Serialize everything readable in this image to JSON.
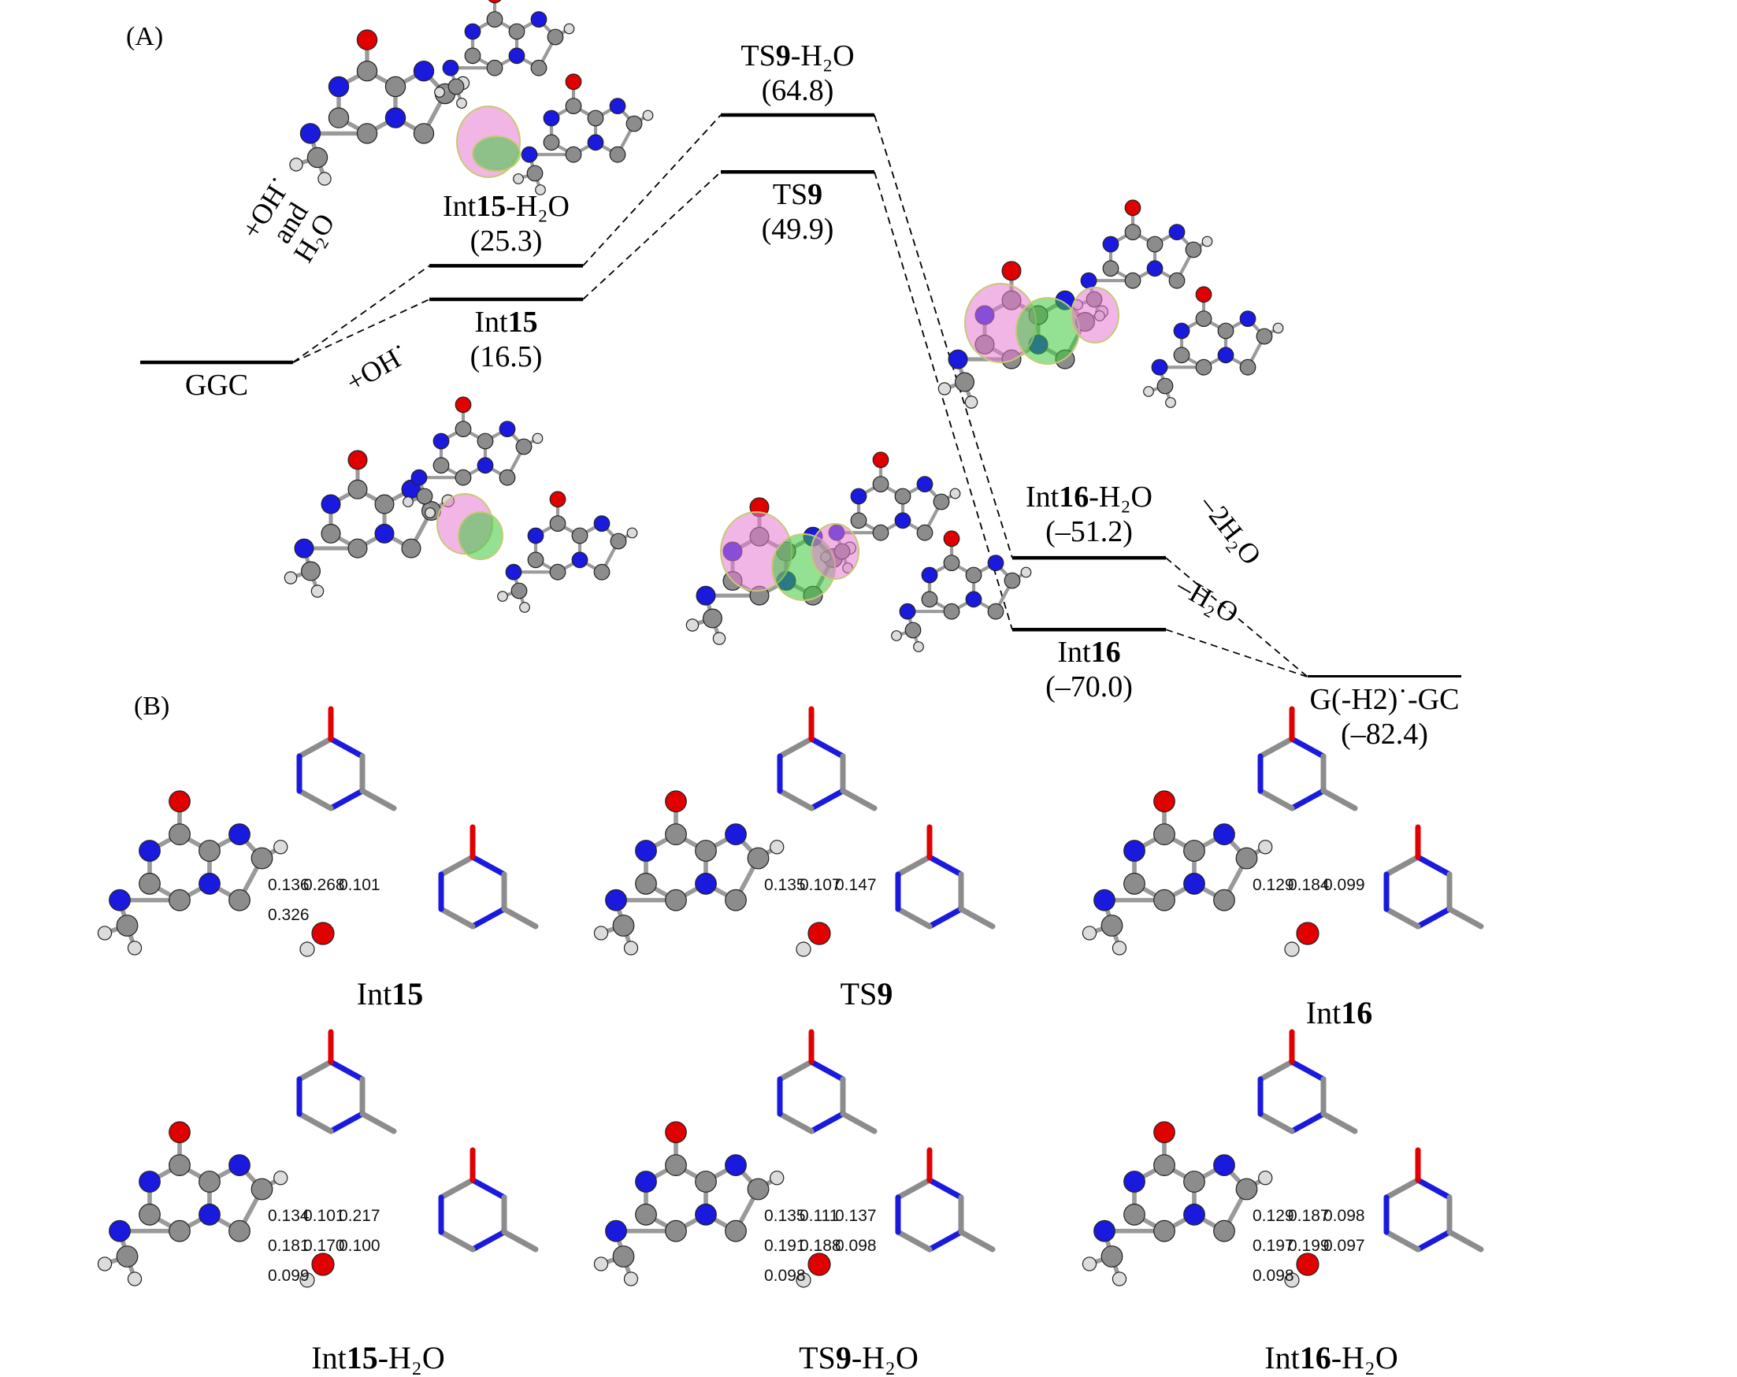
{
  "panels": {
    "a_label": "(A)",
    "b_label": "(B)"
  },
  "energy_diagram": {
    "units_note": "relative energies in parentheses",
    "levels": [
      {
        "id": "GGC",
        "name": "GGC",
        "energy": 0.0,
        "energy_text": ""
      },
      {
        "id": "Int15",
        "name_prefix": "Int",
        "name_bold": "15",
        "name_suffix": "",
        "energy": 16.5,
        "energy_text": "(16.5)"
      },
      {
        "id": "Int15-H2O",
        "name_prefix": "Int",
        "name_bold": "15",
        "name_suffix": "-H₂O",
        "energy": 25.3,
        "energy_text": "(25.3)"
      },
      {
        "id": "TS9",
        "name_prefix": "TS",
        "name_bold": "9",
        "name_suffix": "",
        "energy": 49.9,
        "energy_text": "(49.9)"
      },
      {
        "id": "TS9-H2O",
        "name_prefix": "TS",
        "name_bold": "9",
        "name_suffix": "-H₂O",
        "energy": 64.8,
        "energy_text": "(64.8)"
      },
      {
        "id": "Int16-H2O",
        "name_prefix": "Int",
        "name_bold": "16",
        "name_suffix": "-H₂O",
        "energy": -51.2,
        "energy_text": "(–51.2)"
      },
      {
        "id": "Int16",
        "name_prefix": "Int",
        "name_bold": "16",
        "name_suffix": "",
        "energy": -70.0,
        "energy_text": "(–70.0)"
      },
      {
        "id": "Product",
        "name": "G(-H2)˙-GC",
        "energy": -82.4,
        "energy_text": "(–82.4)"
      }
    ],
    "connections": [
      {
        "from": "GGC",
        "to": "Int15-H2O"
      },
      {
        "from": "GGC",
        "to": "Int15"
      },
      {
        "from": "Int15-H2O",
        "to": "TS9-H2O"
      },
      {
        "from": "Int15",
        "to": "TS9"
      },
      {
        "from": "TS9-H2O",
        "to": "Int16-H2O"
      },
      {
        "from": "TS9",
        "to": "Int16"
      },
      {
        "from": "Int16-H2O",
        "to": "Product"
      },
      {
        "from": "Int16",
        "to": "Product"
      }
    ],
    "path_labels": {
      "oh_and_water_line1": "+OH˙",
      "oh_and_water_line2": "and",
      "oh_and_water_line3": "H₂O",
      "oh_only": "+OH˙",
      "minus_two_water": "–2H₂O",
      "minus_water": "–H₂O"
    }
  },
  "structures": [
    {
      "id": "Int15",
      "label_prefix": "Int",
      "label_bold": "15",
      "label_suffix": "",
      "distances": [
        "0.136",
        "0.268",
        "0.101",
        "0.326"
      ]
    },
    {
      "id": "TS9",
      "label_prefix": "TS",
      "label_bold": "9",
      "label_suffix": "",
      "distances": [
        "0.135",
        "0.107",
        "0.147"
      ]
    },
    {
      "id": "Int16",
      "label_prefix": "Int",
      "label_bold": "16",
      "label_suffix": "",
      "distances": [
        "0.129",
        "0.184",
        "0.099"
      ]
    },
    {
      "id": "Int15-H2O",
      "label_prefix": "Int",
      "label_bold": "15",
      "label_suffix": "-H₂O",
      "distances": [
        "0.134",
        "0.101",
        "0.217",
        "0.181",
        "0.170",
        "0.100",
        "0.099"
      ]
    },
    {
      "id": "TS9-H2O",
      "label_prefix": "TS",
      "label_bold": "9",
      "label_suffix": "-H₂O",
      "distances": [
        "0.135",
        "0.111",
        "0.137",
        "0.191",
        "0.188",
        "0.098",
        "0.098"
      ]
    },
    {
      "id": "Int16-H2O",
      "label_prefix": "Int",
      "label_bold": "16",
      "label_suffix": "-H₂O",
      "distances": [
        "0.129",
        "0.187",
        "0.098",
        "0.197",
        "0.199",
        "0.097",
        "0.098"
      ]
    }
  ],
  "colors": {
    "nitrogen": "#1a1adf",
    "oxygen": "#e00000",
    "carbon": "#8c8c8c",
    "hydrogen": "#dcdcdc",
    "spin_positive": "#e67ad2",
    "spin_negative": "#3cc83c",
    "spin_mesh": "#c8c878"
  }
}
